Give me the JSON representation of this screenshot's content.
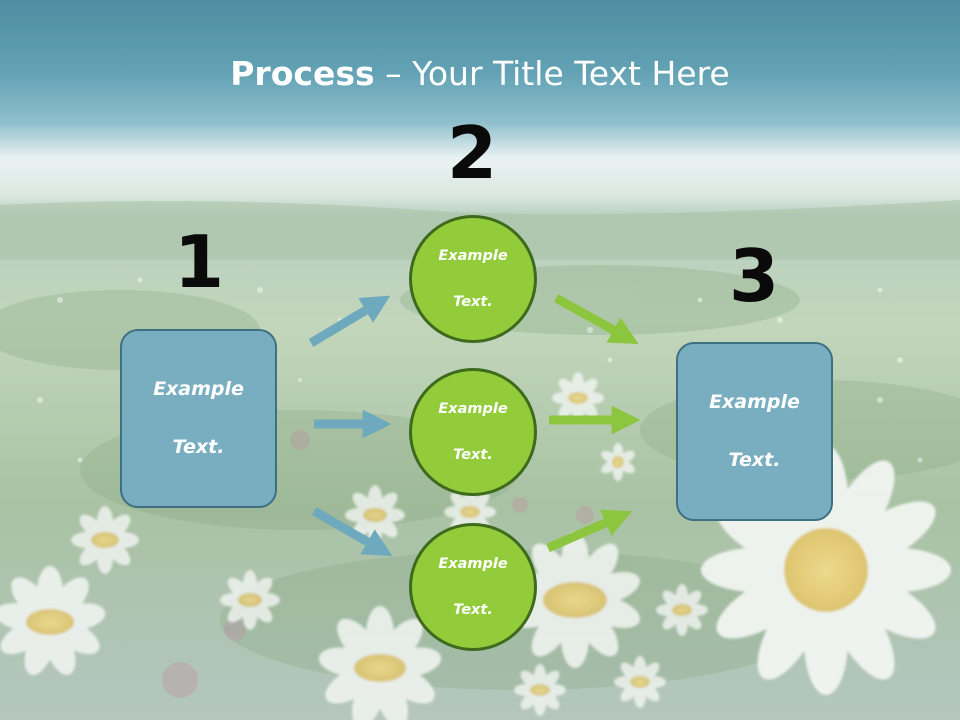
{
  "title": {
    "bold": "Process",
    "rest": " – Your Title Text Here"
  },
  "steps": [
    {
      "number": "1",
      "text_line1": "Example",
      "text_line2": "Text."
    },
    {
      "number": "2",
      "nodes": [
        {
          "text_line1": "Example",
          "text_line2": "Text."
        },
        {
          "text_line1": "Example",
          "text_line2": "Text."
        },
        {
          "text_line1": "Example",
          "text_line2": "Text."
        }
      ]
    },
    {
      "number": "3",
      "text_line1": "Example",
      "text_line2": "Text."
    }
  ],
  "colors": {
    "blue_box": "#79aec0",
    "blue_arrow": "#6fa9bd",
    "green_node": "#92cc3a",
    "green_arrow": "#8cc63f",
    "title_text": "#ffffff",
    "number_text": "#0a0a0a"
  }
}
